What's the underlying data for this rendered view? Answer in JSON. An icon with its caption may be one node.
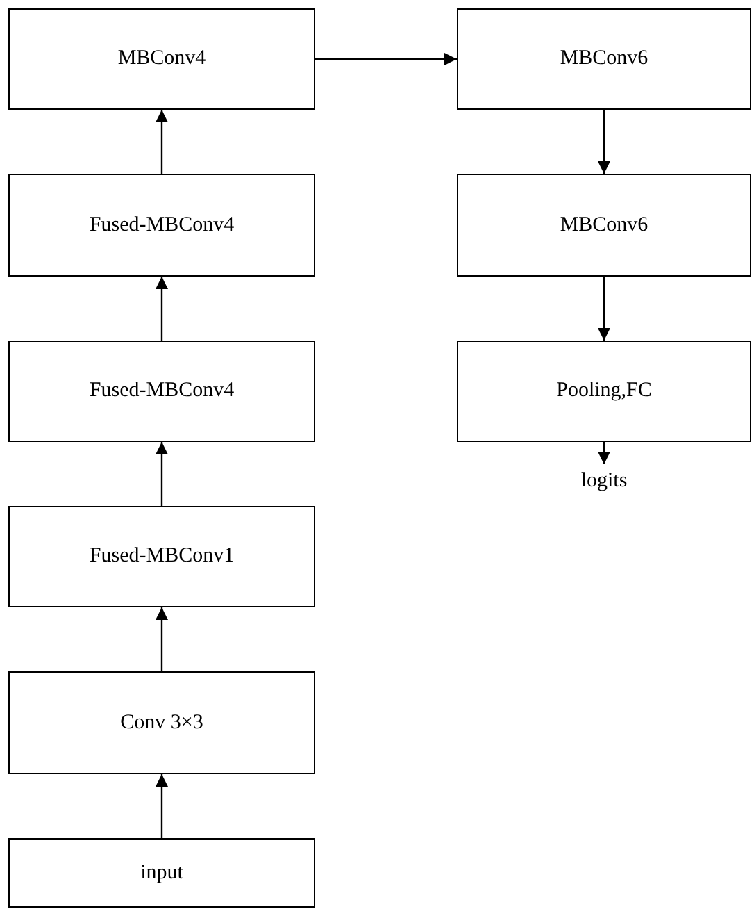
{
  "diagram": {
    "nodes": [
      {
        "text": [
          "input"
        ]
      },
      {
        "text": [
          "Conv 3×3"
        ]
      },
      {
        "text": [
          "Fused-MBConv1"
        ]
      },
      {
        "text": [
          "Fused-MBConv4"
        ]
      },
      {
        "text": [
          "Fused-MBConv4"
        ]
      },
      {
        "text": [
          "MBConv4"
        ]
      },
      {
        "text": [
          "MBConv6"
        ]
      },
      {
        "text": [
          "MBConv6"
        ]
      },
      {
        "text": [
          "Pooling,FC"
        ]
      },
      {
        "text": [
          "logits"
        ]
      }
    ],
    "edges": [
      {
        "from": 0,
        "to": 1,
        "arrow": "to"
      },
      {
        "from": 1,
        "to": 2,
        "arrow": "to"
      },
      {
        "from": 2,
        "to": 3,
        "arrow": "to"
      },
      {
        "from": 3,
        "to": 4,
        "arrow": "to"
      },
      {
        "from": 4,
        "to": 5,
        "arrow": "to"
      },
      {
        "from": 5,
        "to": 6,
        "arrow": "to"
      },
      {
        "from": 6,
        "to": 7,
        "arrow": "to"
      },
      {
        "from": 7,
        "to": 8,
        "arrow": "to"
      },
      {
        "from": 8,
        "to": 9,
        "arrow": "to"
      }
    ]
  }
}
